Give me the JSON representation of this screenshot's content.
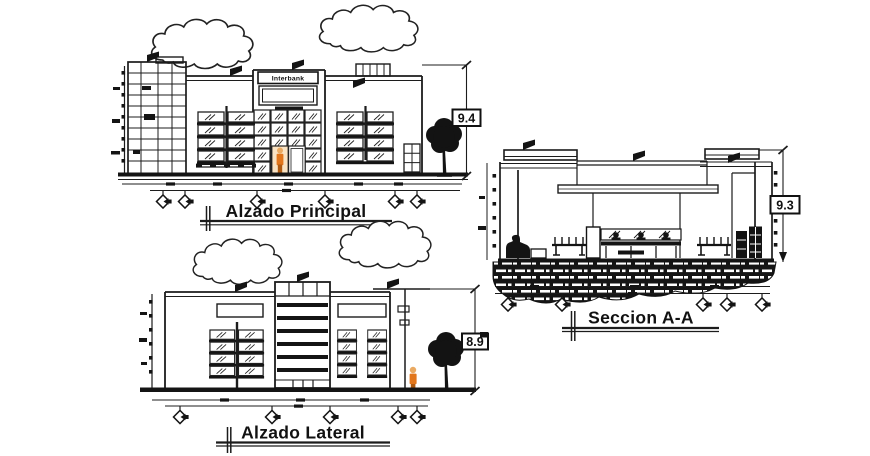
{
  "palette": {
    "ink": "#1a1a1a",
    "paper": "#ffffff",
    "door_tint": "#fae3c3",
    "figure_skin": "#eaaa62",
    "figure_body": "#e2761c",
    "figure_legs": "#b05a10"
  },
  "drawings": {
    "principal": {
      "title": "Alzado Principal",
      "sign_text": "Interbank",
      "height_dimension": "9.4"
    },
    "lateral": {
      "title": "Alzado Lateral",
      "height_dimension": "8.9"
    },
    "seccion": {
      "title": "Seccion A-A",
      "height_dimension": "9.3"
    }
  }
}
